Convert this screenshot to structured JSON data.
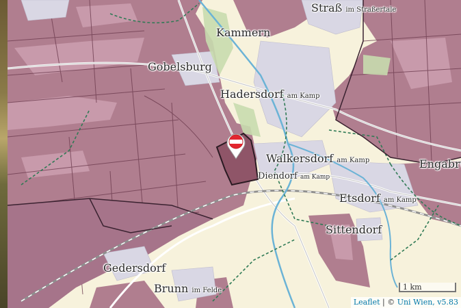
{
  "map": {
    "places": {
      "strass": "Straß",
      "strass_sub": "im Straßertale",
      "kammern": "Kammern",
      "gobelsburg": "Gobelsburg",
      "hadersdorf": "Hadersdorf",
      "hadersdorf_sub": "am Kamp",
      "walkersdorf": "Walkersdorf",
      "walkersdorf_sub": "am Kamp",
      "engabrunn": "Engabru",
      "diendorf": "Diendorf",
      "diendorf_sub": "am Kamp",
      "etsdorf": "Etsdorf",
      "etsdorf_sub": "am Kamp",
      "sittendorf": "Sittendorf",
      "gedersdorf": "Gedersdorf",
      "brunn": "Brunn",
      "brunn_sub": "im Felde"
    },
    "scale_label": "1 km",
    "attribution": {
      "leaflet": "Leaflet",
      "separator": " | © ",
      "source": "Uni Wien, v5.83"
    },
    "colors": {
      "vineyard": "#b07e8f",
      "vineyard_dark": "#8c5a6c",
      "selected_parcel": "#8f5568",
      "background": "#f7f2dc",
      "water": "#6bb3d6",
      "boundary": "#2f7a55"
    },
    "pin_icon": "austrian-flag-pin-icon"
  }
}
